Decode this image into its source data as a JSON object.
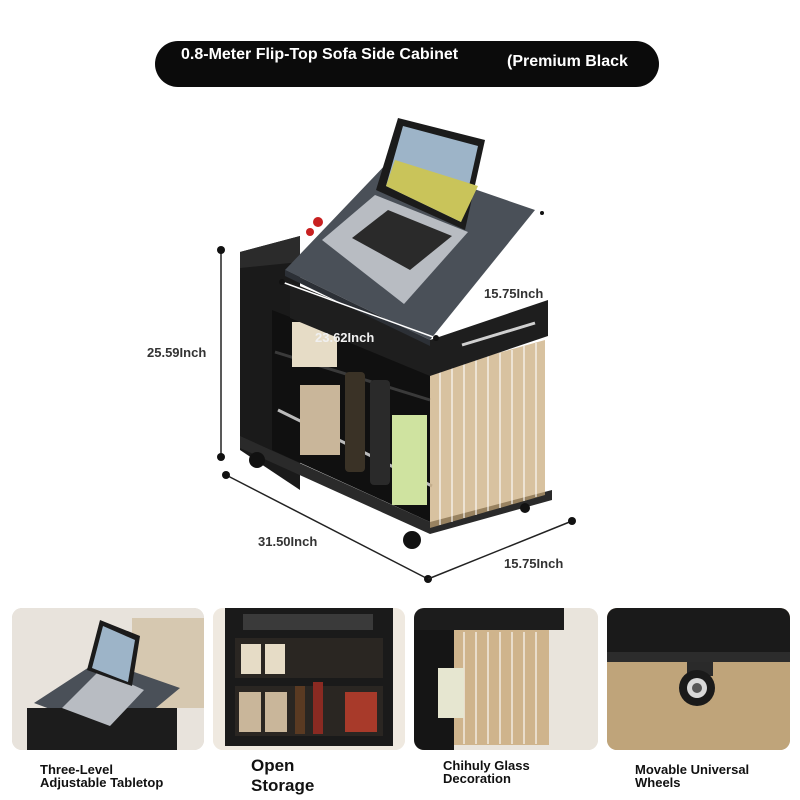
{
  "header": {
    "title": "0.8-Meter Flip-Top Sofa Side Cabinet",
    "variant": "(Premium Black"
  },
  "dimensions": {
    "height": "25.59Inch",
    "top_width": "23.62Inch",
    "top_depth": "15.75Inch",
    "base_width": "31.50Inch",
    "base_depth": "15.75Inch"
  },
  "features": [
    {
      "label": "Three-Level Adjustable Tabletop"
    },
    {
      "label": "Open Storage"
    },
    {
      "label": "Chihuly Glass Decoration"
    },
    {
      "label": "Movable Universal Wheels"
    }
  ],
  "colors": {
    "title_bg": "#0b0b0b",
    "cabinet": "#1c1c1c",
    "tabletop": "#4a5058"
  }
}
